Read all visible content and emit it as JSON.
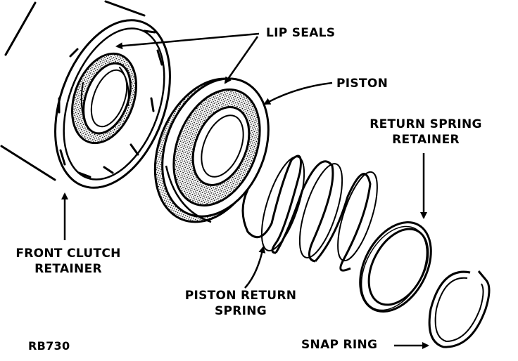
{
  "labels": {
    "lip_seals": "LIP SEALS",
    "piston": "PISTON",
    "return_spring_retainer_1": "RETURN SPRING",
    "return_spring_retainer_2": "RETAINER",
    "front_clutch_retainer_1": "FRONT CLUTCH",
    "front_clutch_retainer_2": "RETAINER",
    "piston_return_spring_1": "PISTON RETURN",
    "piston_return_spring_2": "SPRING",
    "snap_ring": "SNAP RING"
  },
  "figure_code": "RB730"
}
